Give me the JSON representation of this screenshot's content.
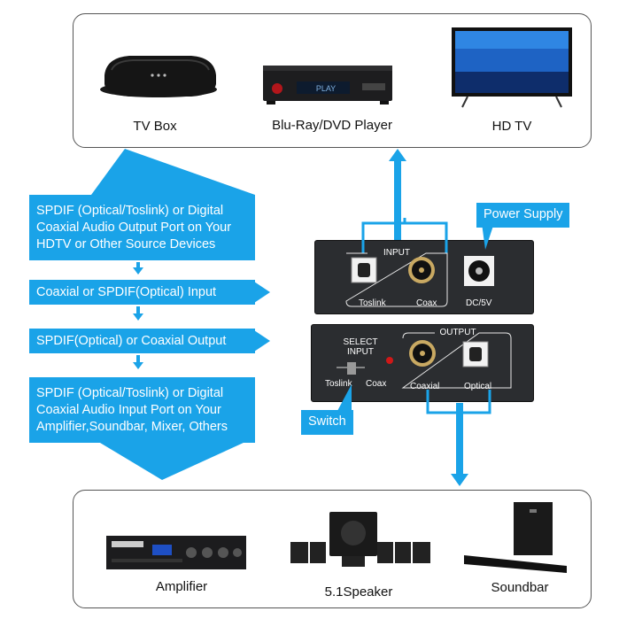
{
  "sources": {
    "tv_box": "TV Box",
    "bluray": "Blu-Ray/DVD Player",
    "hdtv": "HD TV"
  },
  "outputs": {
    "amplifier": "Amplifier",
    "speaker": "5.1Speaker",
    "soundbar": "Soundbar"
  },
  "flow": {
    "step1": "SPDIF (Optical/Toslink) or Digital Coaxial Audio Output Port on Your HDTV or Other Source Devices",
    "step2": "Coaxial or SPDIF(Optical) Input",
    "step3": "SPDIF(Optical) or Coaxial Output",
    "step4": "SPDIF (Optical/Toslink) or Digital Coaxial Audio Input Port on Your Amplifier,Soundbar, Mixer, Others"
  },
  "device": {
    "input_label": "INPUT",
    "toslink": "Toslink",
    "coax": "Coax",
    "dc": "DC/5V",
    "select_input": "SELECT INPUT",
    "output_label": "OUTPUT",
    "coaxial": "Coaxial",
    "optical": "Optical"
  },
  "callouts": {
    "power_supply": "Power Supply",
    "switch": "Switch"
  },
  "player_display": "PLAY",
  "colors": {
    "accent": "#1aa3e8",
    "device": "#2b2d30"
  }
}
